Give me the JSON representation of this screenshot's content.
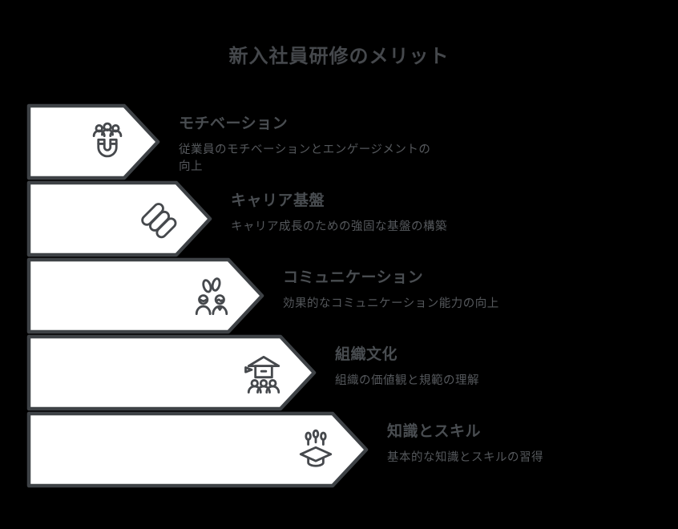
{
  "page": {
    "title": "新入社員研修のメリット",
    "background_color": "#000000"
  },
  "colors": {
    "banner_fill": "#ffffff",
    "banner_border": "#3e4246",
    "main_title_color": "#45484c",
    "item_title_color": "#494d51",
    "item_description_color": "#55585c"
  },
  "items": [
    {
      "icon": "magnet-people-icon",
      "title": "モチベーション",
      "description": "従業員のモチベーションとエンゲージメントの向上"
    },
    {
      "icon": "career-steps-icon",
      "title": "キャリア基盤",
      "description": "キャリア成長のための強固な基盤の構築"
    },
    {
      "icon": "people-conversation-icon",
      "title": "コミュニケーション",
      "description": "効果的なコミュニケーション能力の向上"
    },
    {
      "icon": "organization-house-icon",
      "title": "組織文化",
      "description": "組織の価値観と規範の理解"
    },
    {
      "icon": "graduation-cap-icon",
      "title": "知識とスキル",
      "description": "基本的な知識とスキルの習得"
    }
  ]
}
